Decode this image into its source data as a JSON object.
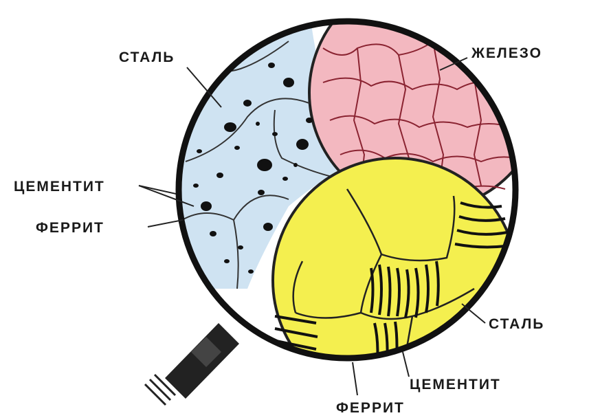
{
  "diagram": {
    "labels": {
      "steel_top": "СТАЛЬ",
      "iron": "ЖЕЛЕЗО",
      "cementite_left": "ЦЕМЕНТИТ",
      "ferrite_left": "ФЕРРИТ",
      "steel_bottom": "СТАЛЬ",
      "cementite_bottom": "ЦЕМЕНТИТ",
      "ferrite_bottom": "ФЕРРИТ"
    },
    "colors": {
      "steel_region": "#cfe3f2",
      "iron_region": "#f3b8c0",
      "pearlite_region": "#f4ef4f",
      "outline": "#111111"
    },
    "icons": {
      "magnifier": "magnifier-icon"
    }
  }
}
